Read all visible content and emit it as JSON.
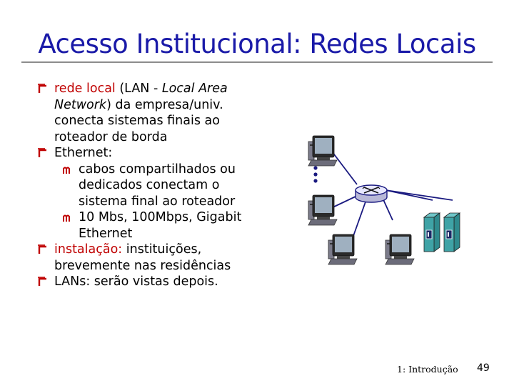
{
  "slide": {
    "title": "Acesso Institucional: Redes Locais"
  },
  "bullets": [
    {
      "red": "rede local",
      "plain": " (LAN - ",
      "italic": "Local Area Network",
      "rest": ") da empresa/univ. conecta sistemas finais ao roteador de borda"
    },
    {
      "text": "Ethernet:"
    },
    {
      "text": "cabos compartilhados ou dedicados conectam o sistema final ao roteador"
    },
    {
      "text": "10 Mbs, 100Mbps, Gigabit Ethernet"
    },
    {
      "red": "instalação:",
      "rest": " instituições, brevemente nas residências"
    },
    {
      "text": "LANs:  serão vistas depois."
    }
  ],
  "footer": {
    "label": "1: Introdução",
    "page": "49"
  },
  "icons": {
    "bullet_main": "r-box-bullet-icon",
    "bullet_sub": "m-bullet-icon",
    "computer": "desktop-computer-icon",
    "router": "router-icon",
    "server": "server-icon"
  },
  "colors": {
    "title": "#1a1aa8",
    "bullet": "#c00000",
    "link": "#1a1a80",
    "router": "#e8e8ff",
    "server": "#3fa3a6"
  }
}
